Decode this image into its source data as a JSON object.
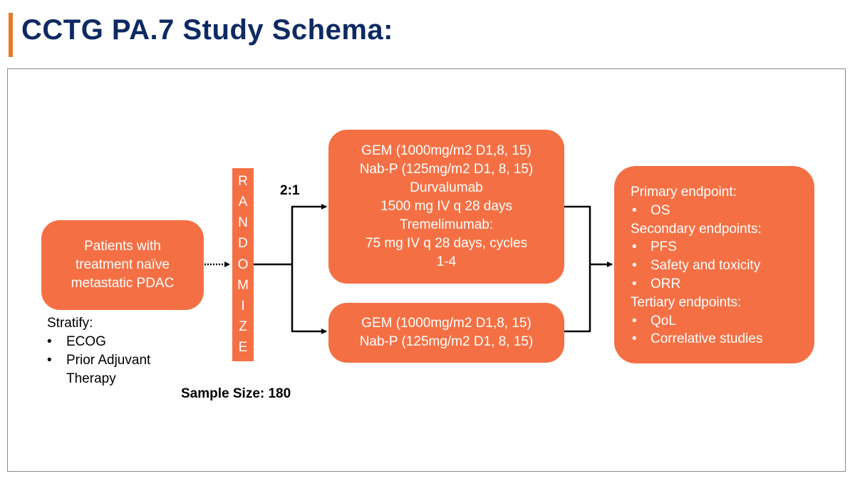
{
  "slide": {
    "title": "CCTG PA.7 Study Schema:"
  },
  "colors": {
    "accent": "#e87a2e",
    "title": "#0e2a63",
    "box_fill": "#f47044",
    "box_text": "#ffffff"
  },
  "patients": {
    "lines": [
      "Patients with",
      "treatment naïve",
      "metastatic PDAC"
    ]
  },
  "stratify": {
    "heading": "Stratify:",
    "items": [
      "ECOG",
      "Prior Adjuvant",
      "Therapy"
    ]
  },
  "randomize": {
    "letters": [
      "R",
      "A",
      "N",
      "D",
      "O",
      "M",
      "I",
      "Z",
      "E"
    ]
  },
  "ratio": "2:1",
  "sample_size": "Sample Size: 180",
  "arm1": {
    "lines": [
      "GEM (1000mg/m2 D1,8, 15)",
      "Nab-P (125mg/m2 D1, 8, 15)",
      "Durvalumab",
      "1500 mg IV q 28 days",
      "Tremelimumab:",
      "75 mg IV q 28 days, cycles",
      "1-4"
    ]
  },
  "arm2": {
    "lines": [
      "GEM (1000mg/m2 D1,8, 15)",
      "Nab-P (125mg/m2 D1, 8, 15)"
    ]
  },
  "endpoints": {
    "primary_heading": "Primary endpoint:",
    "primary": [
      "OS"
    ],
    "secondary_heading": "Secondary endpoints:",
    "secondary": [
      "PFS",
      "Safety and toxicity",
      "ORR"
    ],
    "tertiary_heading": "Tertiary endpoints:",
    "tertiary": [
      "QoL",
      "Correlative studies"
    ],
    "bullet": "•"
  }
}
